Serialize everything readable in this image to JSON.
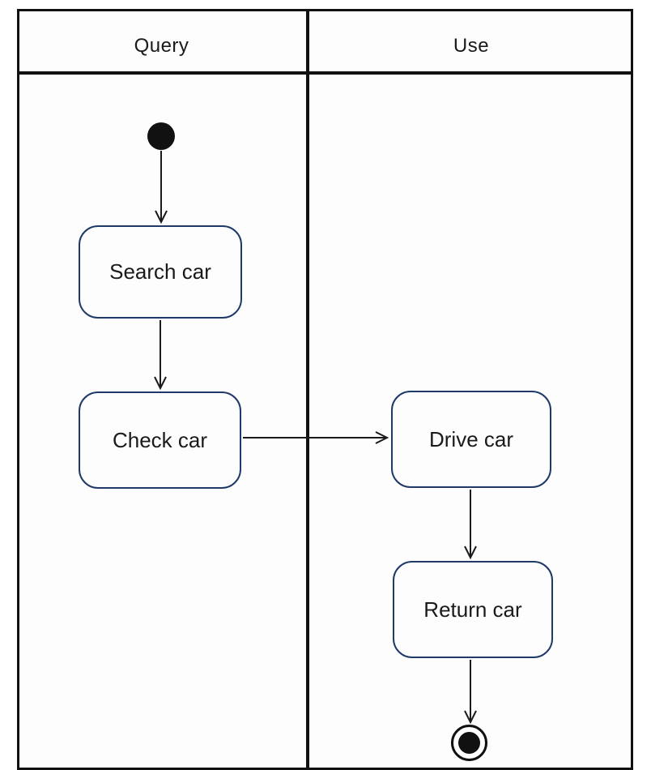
{
  "diagram": {
    "type": "uml-activity-swimlane",
    "lanes": [
      {
        "id": "query",
        "label": "Query"
      },
      {
        "id": "use",
        "label": "Use"
      }
    ],
    "nodes": {
      "start": {
        "type": "initial-node",
        "lane": "query"
      },
      "search_car": {
        "type": "action",
        "label": "Search car",
        "lane": "query"
      },
      "check_car": {
        "type": "action",
        "label": "Check car",
        "lane": "query"
      },
      "drive_car": {
        "type": "action",
        "label": "Drive car",
        "lane": "use"
      },
      "return_car": {
        "type": "action",
        "label": "Return car",
        "lane": "use"
      },
      "end": {
        "type": "final-node",
        "lane": "use"
      }
    },
    "edges": [
      {
        "from": "start",
        "to": "search_car"
      },
      {
        "from": "search_car",
        "to": "check_car"
      },
      {
        "from": "check_car",
        "to": "drive_car"
      },
      {
        "from": "drive_car",
        "to": "return_car"
      },
      {
        "from": "return_car",
        "to": "end"
      }
    ],
    "colors": {
      "frame_border": "#111111",
      "action_border": "#1f3a68",
      "action_fill": "#fdfdfe",
      "arrow": "#1a1a1a",
      "text": "#1a1a1a",
      "terminal_node_fill": "#111111"
    }
  }
}
